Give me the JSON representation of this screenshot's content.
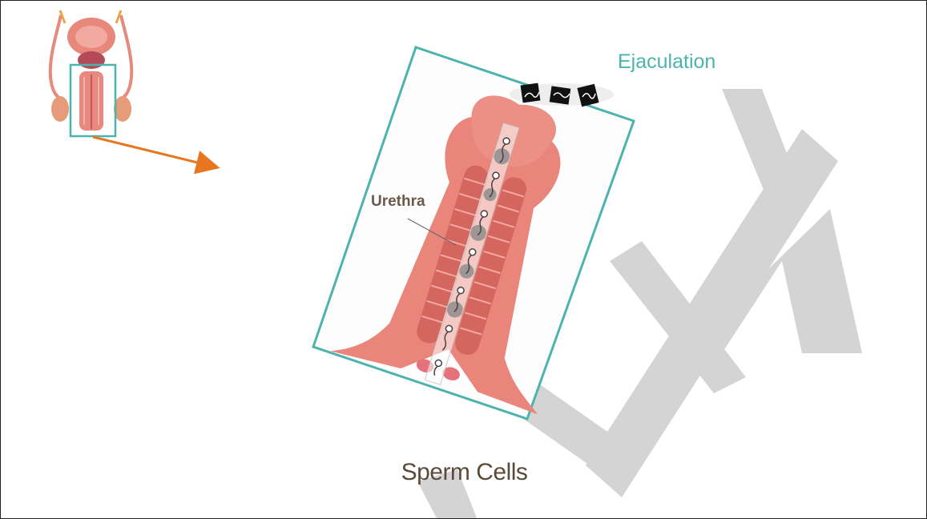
{
  "labels": {
    "ejaculation": "Ejaculation",
    "urethra": "Urethra",
    "caption": "Sperm Cells",
    "watermark": "DRAFT"
  },
  "colors": {
    "frame": "#4db3ad",
    "arrow": "#e8761e",
    "tissue": "#e8837a",
    "tissue_dark": "#c65752",
    "watermark": "#d4d4d4",
    "urethra_label": "#6b5a4a"
  }
}
